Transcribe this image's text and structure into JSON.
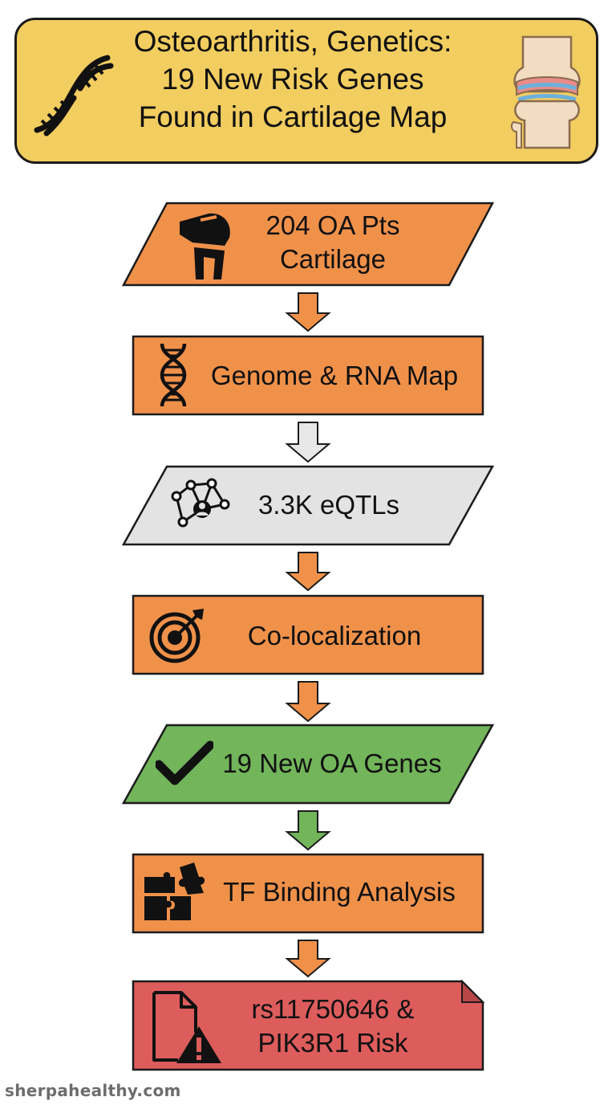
{
  "header": {
    "title_lines": [
      "Osteoarthritis, Genetics:",
      "19 New Risk Genes",
      "Found in Cartilage Map"
    ],
    "left_icon": "dna-icon",
    "right_icon": "knee-joint-icon"
  },
  "flow": {
    "steps": [
      {
        "lines": [
          "204 OA Pts",
          "Cartilage"
        ],
        "shape": "parallelogram",
        "color": "#f0914a",
        "icon": "knee-icon"
      },
      {
        "lines": [
          "Genome & RNA Map"
        ],
        "shape": "rectangle",
        "color": "#f0914a",
        "icon": "dna-helix-icon"
      },
      {
        "lines": [
          "3.3K eQTLs"
        ],
        "shape": "parallelogram",
        "color": "#e3e3e3",
        "icon": "network-icon"
      },
      {
        "lines": [
          "Co-localization"
        ],
        "shape": "rectangle",
        "color": "#f0914a",
        "icon": "target-icon"
      },
      {
        "lines": [
          "19 New OA Genes"
        ],
        "shape": "parallelogram",
        "color": "#72b55a",
        "icon": "checkmark-icon"
      },
      {
        "lines": [
          "TF Binding Analysis"
        ],
        "shape": "rectangle",
        "color": "#f0914a",
        "icon": "puzzle-icon"
      },
      {
        "lines": [
          "rs11750646 &",
          "PIK3R1 Risk"
        ],
        "shape": "document",
        "color": "#dd5c5c",
        "icon": "warning-document-icon"
      }
    ],
    "arrow_colors": [
      "#f0914a",
      "#f0914a",
      "#e8e8e8",
      "#f0914a",
      "#f0914a",
      "#72b55a",
      "#f0914a"
    ]
  },
  "footer": {
    "watermark": "sherpahealthy.com"
  }
}
